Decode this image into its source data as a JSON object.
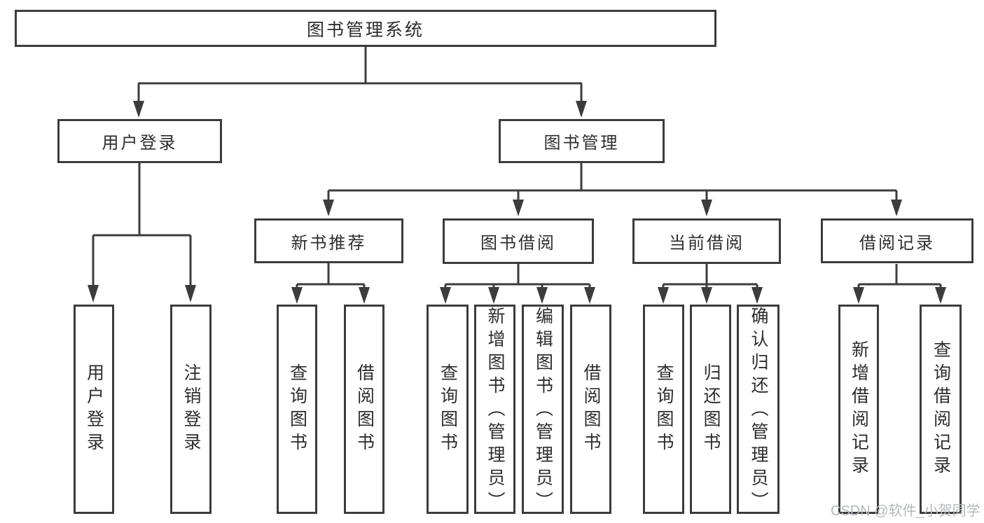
{
  "tree": {
    "root_label": "图书管理系统",
    "children": [
      {
        "label": "用户登录",
        "children": [
          {
            "label": "用户登录"
          },
          {
            "label": "注销登录"
          }
        ]
      },
      {
        "label": "图书管理",
        "children": [
          {
            "label": "新书推荐",
            "children": [
              {
                "label": "查询图书"
              },
              {
                "label": "借阅图书"
              }
            ]
          },
          {
            "label": "图书借阅",
            "children": [
              {
                "label": "查询图书"
              },
              {
                "label": "新增图书（管理员）"
              },
              {
                "label": "编辑图书（管理员）"
              },
              {
                "label": "借阅图书"
              }
            ]
          },
          {
            "label": "当前借阅",
            "children": [
              {
                "label": "查询图书"
              },
              {
                "label": "归还图书"
              },
              {
                "label": "确认归还（管理员）"
              }
            ]
          },
          {
            "label": "借阅记录",
            "children": [
              {
                "label": "新增借阅记录"
              },
              {
                "label": "查询借阅记录"
              }
            ]
          }
        ]
      }
    ]
  },
  "watermark": {
    "text": "CSDN @软件_小贺同学"
  },
  "colors": {
    "line": "#3c3c3c",
    "text": "#2d2d2d",
    "watermark": "#b4b8be",
    "background": "#ffffff"
  }
}
